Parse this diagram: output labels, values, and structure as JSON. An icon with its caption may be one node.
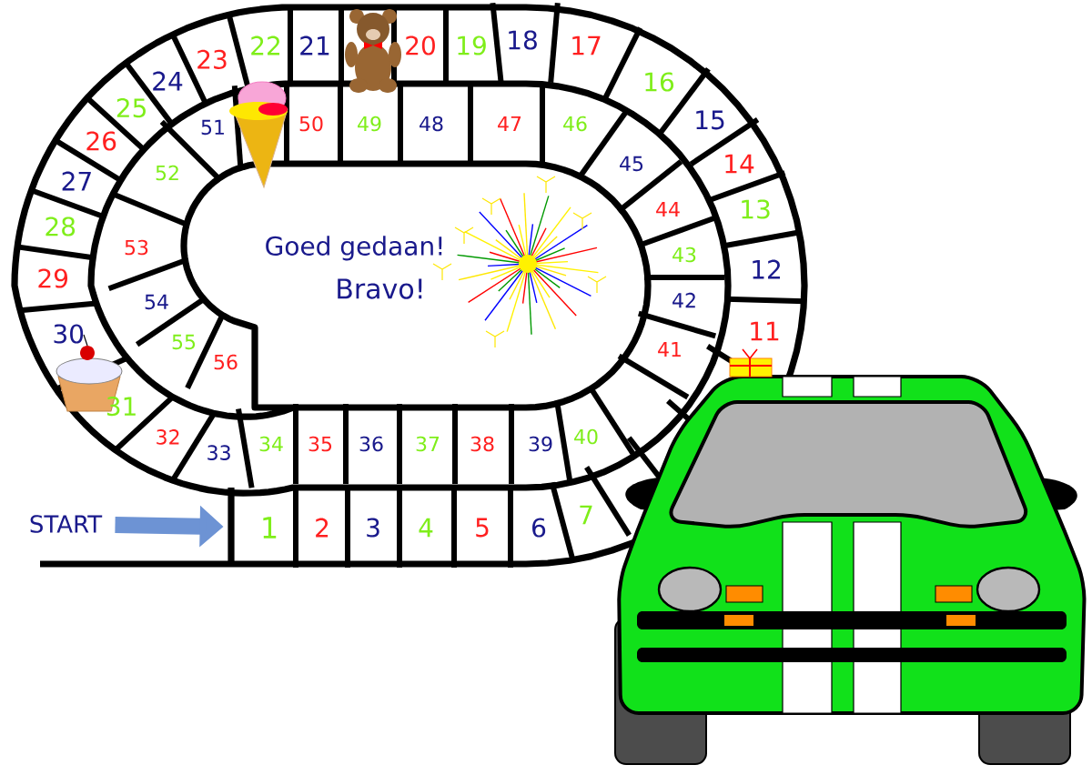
{
  "diagram": {
    "nodes": [
      {
        "text": [
          "1"
        ]
      },
      {
        "text": [
          "2"
        ]
      },
      {
        "text": [
          "3"
        ]
      },
      {
        "text": [
          "4"
        ]
      },
      {
        "text": [
          "5"
        ]
      },
      {
        "text": [
          "6"
        ]
      },
      {
        "text": [
          "7"
        ]
      },
      {
        "text": [
          "11"
        ]
      },
      {
        "text": [
          "12"
        ]
      },
      {
        "text": [
          "13"
        ]
      },
      {
        "text": [
          "14"
        ]
      },
      {
        "text": [
          "15"
        ]
      },
      {
        "text": [
          "16"
        ]
      },
      {
        "text": [
          "17"
        ]
      },
      {
        "text": [
          "18"
        ]
      },
      {
        "text": [
          "19"
        ]
      },
      {
        "text": [
          "20"
        ]
      },
      {
        "text": [
          "21"
        ]
      },
      {
        "text": [
          "22"
        ]
      },
      {
        "text": [
          "23"
        ]
      },
      {
        "text": [
          "24"
        ]
      },
      {
        "text": [
          "25"
        ]
      },
      {
        "text": [
          "26"
        ]
      },
      {
        "text": [
          "27"
        ]
      },
      {
        "text": [
          "28"
        ]
      },
      {
        "text": [
          "29"
        ]
      },
      {
        "text": [
          "30"
        ]
      },
      {
        "text": [
          "31"
        ]
      },
      {
        "text": [
          "32"
        ]
      },
      {
        "text": [
          "33"
        ]
      },
      {
        "text": [
          "34"
        ]
      },
      {
        "text": [
          "35"
        ]
      },
      {
        "text": [
          "36"
        ]
      },
      {
        "text": [
          "37"
        ]
      },
      {
        "text": [
          "38"
        ]
      },
      {
        "text": [
          "39"
        ]
      },
      {
        "text": [
          "40"
        ]
      },
      {
        "text": [
          "41"
        ]
      },
      {
        "text": [
          "42"
        ]
      },
      {
        "text": [
          "43"
        ]
      },
      {
        "text": [
          "44"
        ]
      },
      {
        "text": [
          "45"
        ]
      },
      {
        "text": [
          "46"
        ]
      },
      {
        "text": [
          "47"
        ]
      },
      {
        "text": [
          "48"
        ]
      },
      {
        "text": [
          "49"
        ]
      },
      {
        "text": [
          "50"
        ]
      },
      {
        "text": [
          "51"
        ]
      },
      {
        "text": [
          "52"
        ]
      },
      {
        "text": [
          "53"
        ]
      },
      {
        "text": [
          "54"
        ]
      },
      {
        "text": [
          "55"
        ]
      },
      {
        "text": [
          "56"
        ]
      },
      {
        "text": [
          "Goed gedaan!",
          "Bravo!"
        ]
      },
      {
        "text": [
          "START"
        ]
      }
    ],
    "edges": [
      {
        "from": 54,
        "to": 0,
        "arrow": "to"
      }
    ]
  }
}
